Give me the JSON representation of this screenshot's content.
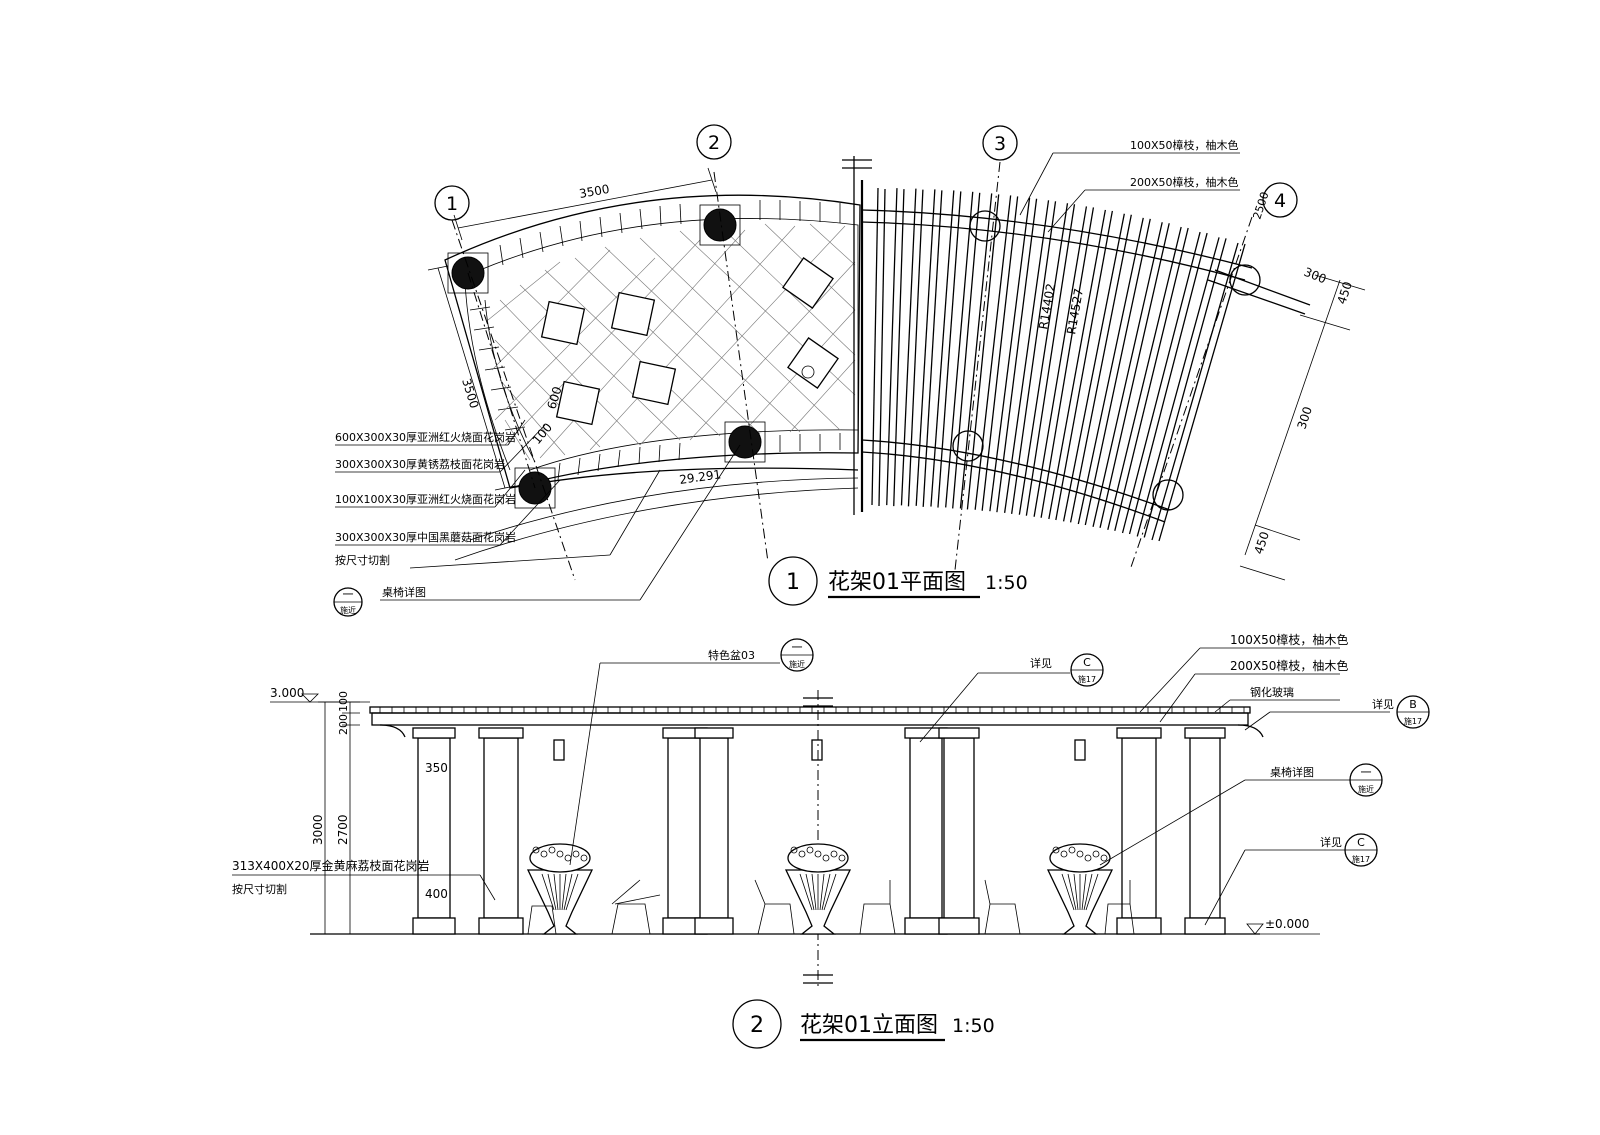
{
  "plan": {
    "title": "花架01平面图",
    "scale": "1:50",
    "symbol": "1",
    "axes": [
      "1",
      "2",
      "3",
      "4"
    ],
    "dims": {
      "top": "3500",
      "left": "3500",
      "d600": "600",
      "d100": "100",
      "arc": "29.291",
      "r1": "R14402",
      "r2": "R14527",
      "d300a": "300",
      "d450a": "450",
      "d300b": "300",
      "d450b": "450",
      "d2500": "2500"
    },
    "notes": [
      "600X300X30厚亚洲红火烧面花岗岩",
      "300X300X30厚黄锈荔枝面花岗岩",
      "100X100X30厚亚洲红火烧面花岗岩",
      "300X300X30厚中国黑蘑菇面花岗岩",
      "按尺寸切割",
      "桌椅详图"
    ],
    "detail_ref": {
      "top": "一",
      "bottom": "施近"
    },
    "beam_notes": [
      "100X50樟枝，柚木色",
      "200X50樟枝，柚木色"
    ]
  },
  "elevation": {
    "title": "花架01立面图",
    "scale": "1:50",
    "symbol": "2",
    "levels": {
      "top": "3.000",
      "ground": "±0.000"
    },
    "dims": {
      "d100": "100",
      "d200": "200",
      "total": "3000",
      "d2700": "2700",
      "d350": "350",
      "d400": "400"
    },
    "notes": {
      "pot": "特色盆03",
      "c_top": "详见",
      "beam1": "100X50樟枝，柚木色",
      "beam2": "200X50樟枝，柚木色",
      "glass": "钢化玻璃",
      "b_ref": "详见",
      "table": "桌椅详图",
      "c_bottom": "详见",
      "base1": "313X400X20厚金黄麻荔枝面花岗岩",
      "base2": "按尺寸切割"
    },
    "refs": {
      "pot_top": "一",
      "pot_bottom": "施近",
      "c_top_top": "C",
      "c_top_bottom": "施17",
      "b_top": "B",
      "b_bottom": "施17",
      "table_top": "一",
      "table_bottom": "施近",
      "c2_top": "C",
      "c2_bottom": "施17"
    }
  }
}
